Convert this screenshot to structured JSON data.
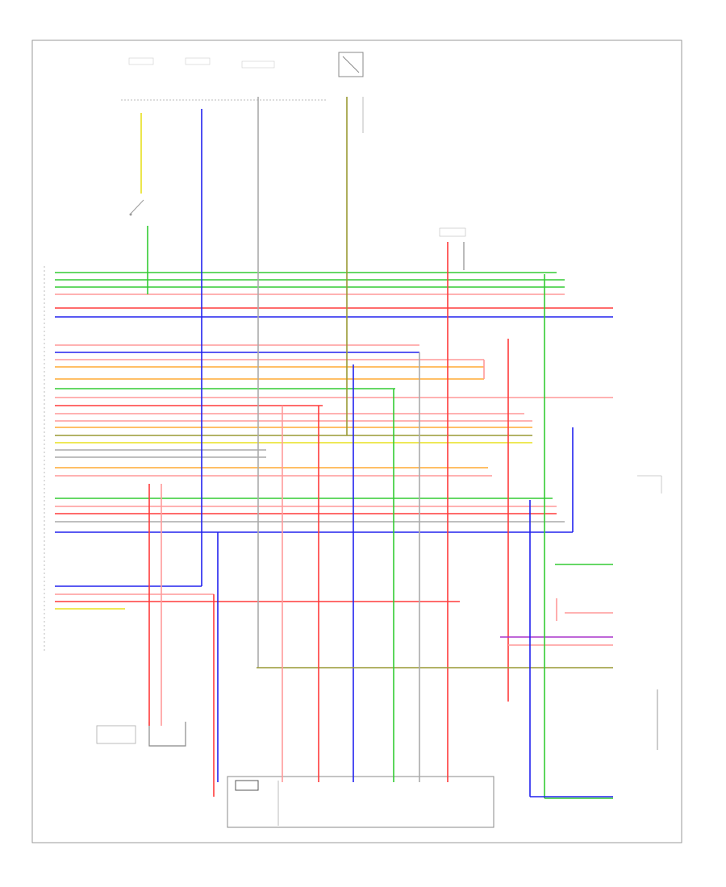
{
  "diagram": {
    "frame_label": "",
    "colors": {
      "green": "#33cc33",
      "red": "#ff3b3b",
      "pink": "#ff9999",
      "blue": "#2222ee",
      "yellow": "#e8e020",
      "orange": "#ffaa33",
      "olive": "#999933",
      "brown": "#8a6a2a",
      "purple": "#aa33cc",
      "gray": "#aaaaaa",
      "black": "#222222"
    },
    "components": [
      {
        "id": "fuse-block-top",
        "label": ""
      },
      {
        "id": "ignition-switch",
        "label": ""
      },
      {
        "id": "cruise-switch",
        "label": ""
      },
      {
        "id": "cruise-connector",
        "label": ""
      },
      {
        "id": "left-connector",
        "label": ""
      },
      {
        "id": "shift-lever-switch",
        "label": ""
      },
      {
        "id": "range-selector-switch",
        "label": ""
      },
      {
        "id": "stall-actuator",
        "label": ""
      },
      {
        "id": "vehicle-speed-sensor",
        "label": ""
      },
      {
        "id": "transmission-solenoid",
        "label": ""
      },
      {
        "id": "right-connector-block",
        "label": ""
      }
    ]
  }
}
